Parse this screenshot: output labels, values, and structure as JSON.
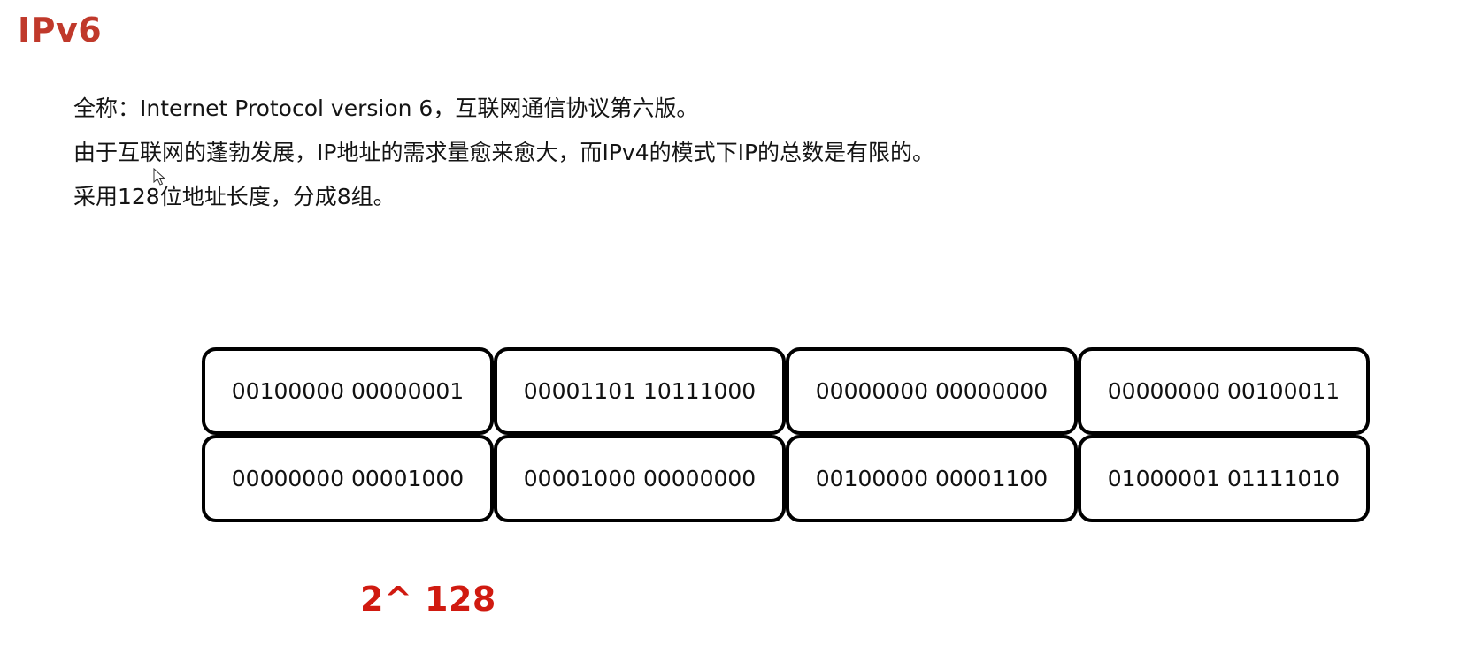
{
  "slide": {
    "title": "IPv6",
    "title_color": "#c0392b"
  },
  "description": {
    "lines": [
      "全称：Internet Protocol version 6，互联网通信协议第六版。",
      "由于互联网的蓬勃发展，IP地址的需求量愈来愈大，而IPv4的模式下IP的总数是有限的。",
      "采用128位地址长度，分成8组。"
    ]
  },
  "address_groups": {
    "rows": [
      [
        "00100000 00000001",
        "00001101 10111000",
        "00000000 00000000",
        "00000000 00100011"
      ],
      [
        "00000000 00001000",
        "00001000 00000000",
        "00100000 00001100",
        "01000001 01111010"
      ]
    ],
    "border_color": "#000000"
  },
  "formula": {
    "text": "2^ 128",
    "color": "#d01a10"
  },
  "cursor": {
    "icon": "mouse-pointer-icon"
  }
}
